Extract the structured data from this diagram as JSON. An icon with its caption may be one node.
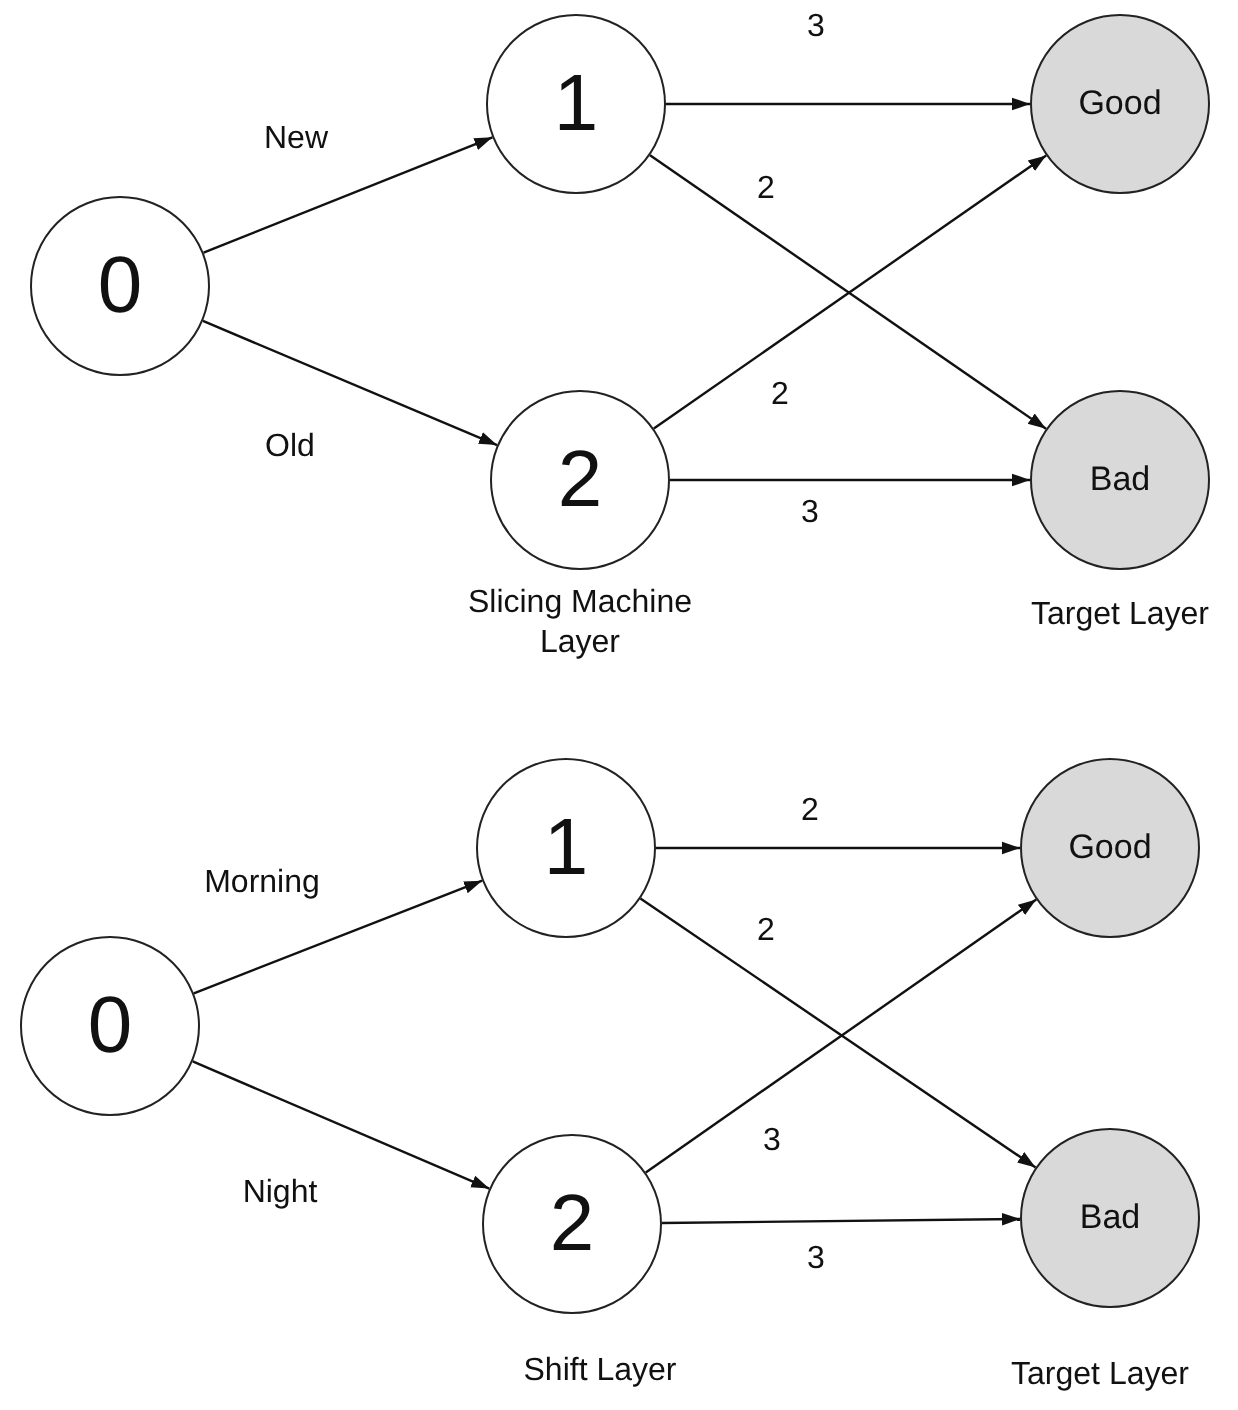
{
  "diagram": {
    "nodes": [
      {
        "text": [
          "0"
        ]
      },
      {
        "text": [
          "1"
        ]
      },
      {
        "text": [
          "2"
        ]
      },
      {
        "text": [
          "Good"
        ]
      },
      {
        "text": [
          "Bad"
        ]
      },
      {
        "text": [
          "0"
        ]
      },
      {
        "text": [
          "1"
        ]
      },
      {
        "text": [
          "2"
        ]
      },
      {
        "text": [
          "Good"
        ]
      },
      {
        "text": [
          "Bad"
        ]
      }
    ],
    "edges": [
      {
        "from": 0,
        "to": 1,
        "arrow": "to",
        "label": "New"
      },
      {
        "from": 0,
        "to": 2,
        "arrow": "to",
        "label": "Old"
      },
      {
        "from": 1,
        "to": 3,
        "arrow": "to",
        "label": "3"
      },
      {
        "from": 1,
        "to": 4,
        "arrow": "to",
        "label": "2"
      },
      {
        "from": 2,
        "to": 3,
        "arrow": "to",
        "label": "2"
      },
      {
        "from": 2,
        "to": 4,
        "arrow": "to",
        "label": "3"
      },
      {
        "from": 5,
        "to": 6,
        "arrow": "to",
        "label": "Morning"
      },
      {
        "from": 5,
        "to": 7,
        "arrow": "to",
        "label": "Night"
      },
      {
        "from": 6,
        "to": 8,
        "arrow": "to",
        "label": "2"
      },
      {
        "from": 6,
        "to": 9,
        "arrow": "to",
        "label": "2"
      },
      {
        "from": 7,
        "to": 8,
        "arrow": "to",
        "label": "3"
      },
      {
        "from": 7,
        "to": 9,
        "arrow": "to",
        "label": "3"
      }
    ],
    "labels": [
      "Slicing Machine Layer",
      "Target Layer",
      "Shift Layer",
      "Target Layer"
    ]
  }
}
